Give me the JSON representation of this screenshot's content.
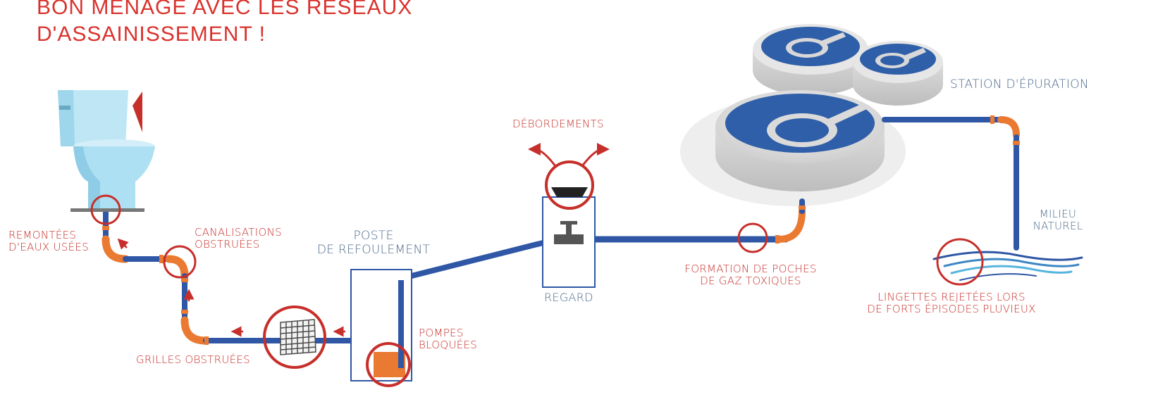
{
  "title": {
    "line1": "BON MÉNAGE AVEC LES RÉSEAUX",
    "line2": "D'ASSAINISSEMENT !"
  },
  "labels": {
    "remontees_1": "REMONTÉES",
    "remontees_2": "D'EAUX USÉES",
    "canalisations_1": "CANALISATIONS",
    "canalisations_2": "OBSTRUÉES",
    "grilles": "GRILLES OBSTRUÉES",
    "poste_1": "POSTE",
    "poste_2": "DE REFOULEMENT",
    "pompes_1": "POMPES",
    "pompes_2": "BLOQUÉES",
    "debordements": "DÉBORDEMENTS",
    "regard": "REGARD",
    "gaz_1": "FORMATION DE POCHES",
    "gaz_2": "DE GAZ TOXIQUES",
    "station": "STATION D'ÉPURATION",
    "milieu_1": "MILIEU",
    "milieu_2": "NATUREL",
    "lingettes_1": "LINGETTES REJETÉES LORS",
    "lingettes_2": "DE FORTS ÉPISODES PLUVIEUX"
  },
  "colors": {
    "pipe_blue": "#2f57a5",
    "pipe_orange": "#ea7a32",
    "alert_red": "#c62f2a",
    "water_blue": "#2f5fa8",
    "concrete": "#e2e2e2",
    "label_blue": "#4d6a8c",
    "toilet": "#aee0f3"
  },
  "icons": [
    "toilet-icon",
    "grate-icon",
    "pump-icon",
    "valve-icon",
    "manhole-cover-icon",
    "treatment-tank-icon",
    "waves-icon",
    "arrow-icon"
  ]
}
